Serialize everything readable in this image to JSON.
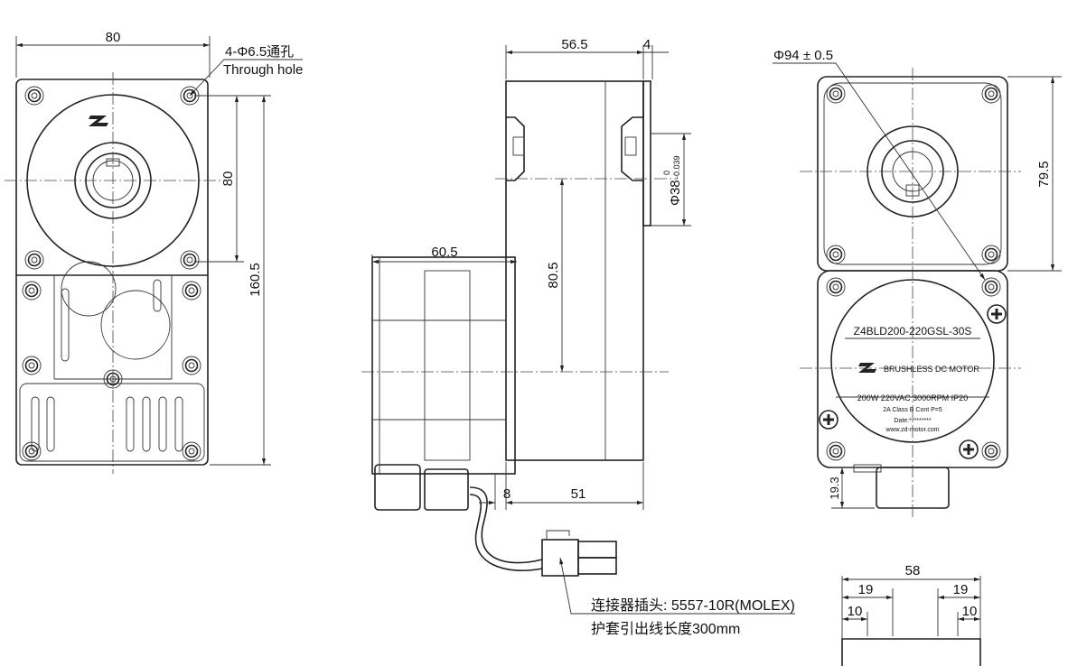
{
  "front_view": {
    "dim_width": "80",
    "dim_hole_spacing": "80",
    "dim_height": "160.5",
    "hole_callout": "4-Φ6.5通孔",
    "hole_callout_en": "Through hole",
    "logo": "ZD"
  },
  "side_view": {
    "dim_gearbox_length": "56.5",
    "dim_flange": "4",
    "dim_motor_length": "60.5",
    "dim_shaft_offset": "80.5",
    "dim_pilot_diameter": "Φ38",
    "dim_pilot_tol_upper": "0",
    "dim_pilot_tol_lower": "-0.039",
    "dim_8": "8",
    "dim_51": "51",
    "connector_note": "连接器插头: 5557-10R(MOLEX)",
    "lead_note": "护套引出线长度300mm"
  },
  "rear_view": {
    "dim_circle": "Φ94 ± 0.5",
    "dim_79_5": "79.5",
    "dim_19_3": "19.3",
    "dim_58": "58",
    "dim_19_left": "19",
    "dim_19_right": "19",
    "dim_10_left": "10",
    "dim_10_right": "10",
    "label": {
      "model": "Z4BLD200-220GSL-30S",
      "logo": "ZD",
      "title": "BRUSHLESS  DC MOTOR",
      "spec1": "200W  220VAC  3000RPM  IP20",
      "spec2": "2A  Class B  Cont  P=5",
      "date": "Date:*********",
      "web": "www.zd-motor.com"
    }
  }
}
